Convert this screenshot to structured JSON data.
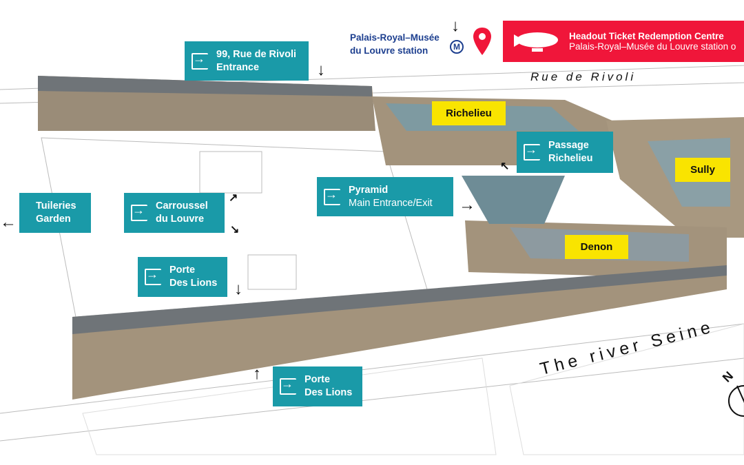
{
  "map": {
    "street_label": "Rue de Rivoli",
    "river_label": "The river Seine",
    "compass_label": "N",
    "metro": {
      "station_label": [
        "Palais-Royal–Musée",
        "du Louvre station"
      ],
      "icon_letter": "M"
    },
    "banner": {
      "title": "Headout Ticket Redemption Centre",
      "subtitle": "Palais-Royal–Musée du Louvre station o",
      "icon": "airship-icon",
      "color": "#f0163a"
    },
    "entrances": [
      {
        "line1": "99, Rue de Rivoli",
        "line2": "Entrance"
      },
      {
        "line1": "Passage",
        "line2": "Richelieu"
      },
      {
        "line1": "Pyramid",
        "line2": "Main Entrance/Exit"
      },
      {
        "line1": "Tuileries",
        "line2": "Garden"
      },
      {
        "line1": "Carroussel",
        "line2": "du Louvre"
      },
      {
        "line1": "Porte",
        "line2": "Des Lions"
      },
      {
        "line1": "Porte",
        "line2": "Des Lions"
      }
    ],
    "wings": [
      "Richelieu",
      "Sully",
      "Denon"
    ],
    "colors": {
      "entrance": "#1a9aa8",
      "wing": "#f9e400",
      "metro": "#1d3f8f"
    }
  }
}
